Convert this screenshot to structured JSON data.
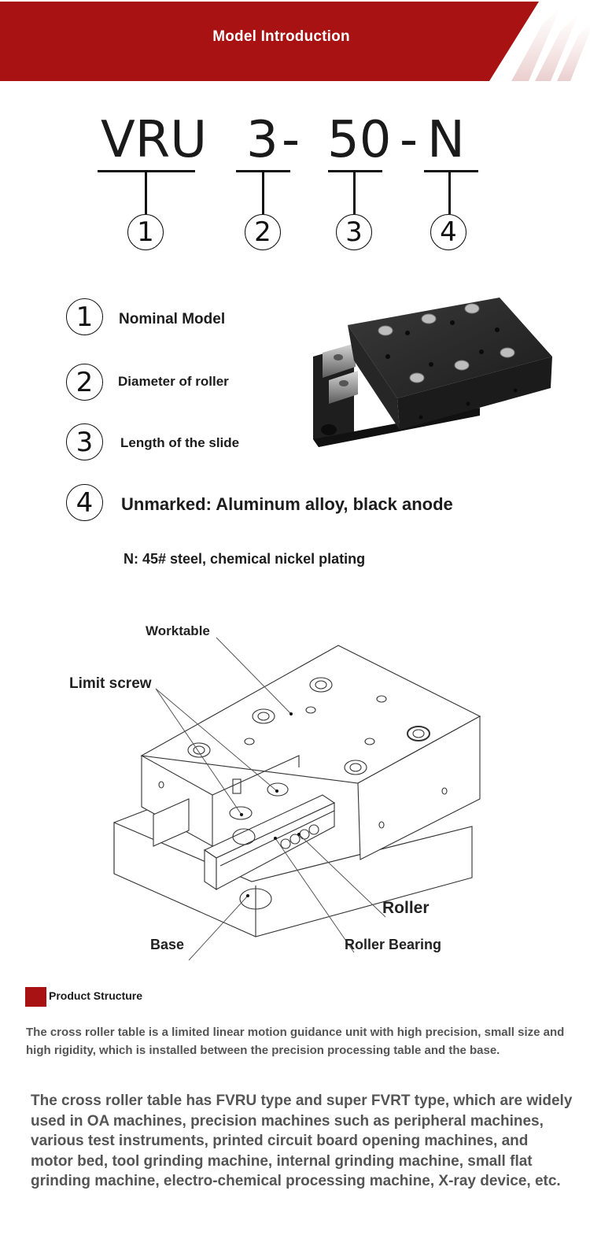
{
  "banner": {
    "title": "Model Introduction",
    "color": "#a81212"
  },
  "model_code": {
    "parts": [
      {
        "text": "VRU",
        "index": "1"
      },
      {
        "text": "3",
        "index": "2"
      },
      {
        "text": "50",
        "index": "3"
      },
      {
        "text": "N",
        "index": "4"
      }
    ],
    "separator": "-"
  },
  "legend": [
    {
      "index": "1",
      "label": "Nominal Model"
    },
    {
      "index": "2",
      "label": "Diameter of roller"
    },
    {
      "index": "3",
      "label": "Length of the slide"
    },
    {
      "index": "4",
      "label": "Unmarked: Aluminum alloy, black anode"
    }
  ],
  "legend_note": "N: 45# steel, chemical nickel plating",
  "photo": {
    "alt": "Black anodized cross roller table product photo"
  },
  "diagram": {
    "labels": {
      "worktable": "Worktable",
      "limit_screw": "Limit screw",
      "roller": "Roller",
      "base": "Base",
      "roller_bearing": "Roller Bearing"
    }
  },
  "product_structure": {
    "heading": "Product Structure",
    "accent_color": "#a81212",
    "paragraph1": "The cross roller table is a limited linear motion guidance unit with high precision, small size and high rigidity, which is installed between the precision processing table and the base.",
    "paragraph2": "The cross roller table has FVRU type and super FVRT type, which are widely used in OA machines, precision machines such as peripheral machines, various test instruments, printed circuit board opening machines, and motor bed, tool grinding machine, internal grinding machine, small flat grinding machine, electro-chemical processing machine, X-ray device, etc."
  }
}
